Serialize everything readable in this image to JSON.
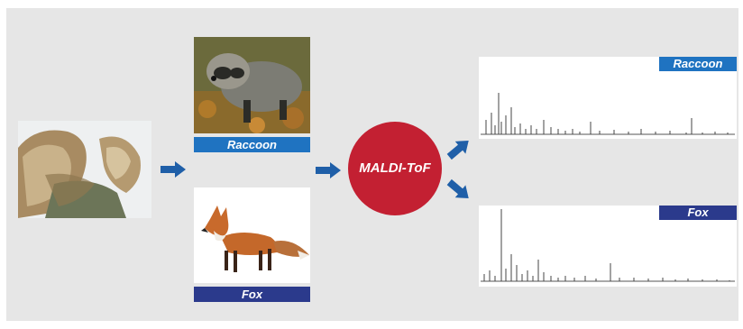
{
  "colors": {
    "background": "#e6e6e6",
    "raccoon_label": "#1f73c1",
    "fox_label": "#2b3a8c",
    "maldi_circle": "#c32032",
    "arrow": "#1f5fa8"
  },
  "sample": {
    "icon": "fur-hood-photo"
  },
  "raccoon": {
    "icon": "raccoon-dog-photo",
    "label": "Raccoon"
  },
  "fox": {
    "icon": "red-fox-photo",
    "label": "Fox"
  },
  "maldi": {
    "label": "MALDI-ToF"
  },
  "spectra": [
    {
      "label": "Raccoon",
      "icon": "mass-spectrum"
    },
    {
      "label": "Fox",
      "icon": "mass-spectrum"
    }
  ]
}
